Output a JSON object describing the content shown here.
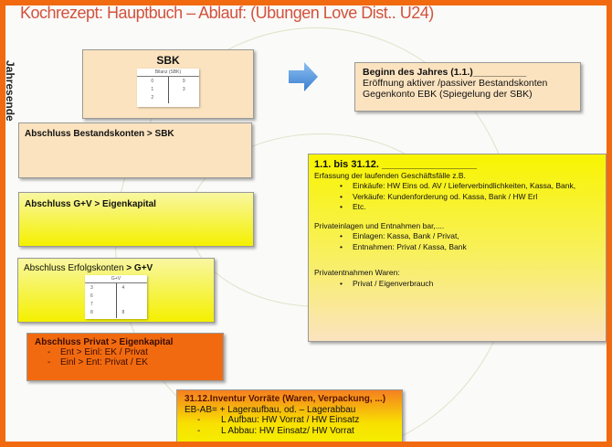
{
  "title": "Kochrezept: Hauptbuch – Ablauf: (Übungen Love Dist.. Ü24)",
  "side_label": "Jahresende",
  "sbk": {
    "title": "SBK",
    "table_header": "Bilanz (SBK)",
    "left": [
      "0",
      "1",
      "2"
    ],
    "right": [
      "9",
      "3"
    ]
  },
  "beginn": {
    "heading": "Beginn des Jahres (1.1.)__________",
    "lines": [
      "Eröffnung aktiver /passiver Bestandskonten",
      "Gegenkonto EBK (Spiegelung der SBK)"
    ]
  },
  "bestand": {
    "label": "Abschluss Bestandskonten > SBK"
  },
  "guv_ek": {
    "label": "Abschluss G+V  > Eigenkapital"
  },
  "erfolg": {
    "label": "Abschluss Erfolgskonten",
    "label_bold": "> G+V",
    "table_header": "G+V",
    "left": [
      "3",
      "6",
      "7",
      "8"
    ],
    "right": [
      "4",
      "",
      "",
      "8"
    ]
  },
  "privat": {
    "heading": "Abschluss Privat  > Eigenkapital",
    "items": [
      "Ent > Einl: EK / Privat",
      "Einl > Ent: Privat / EK"
    ]
  },
  "year": {
    "heading": "1.1. bis 31.12. _________________",
    "intro": "Erfassung der laufenden Geschäftsfälle z.B.",
    "items1": [
      "Einkäufe: HW Eins od. AV / Lieferverbindlichkeiten, Kassa, Bank,",
      "Verkäufe: Kundenforderung od. Kassa, Bank /  HW Erl",
      "Etc."
    ],
    "intro2": "Privateinlagen und Entnahmen bar,....",
    "items2": [
      "Einlagen: Kassa, Bank / Privat,",
      "Entnahmen: Privat / Kassa, Bank"
    ],
    "intro3": "Privatentnahmen Waren:",
    "items3": [
      "Privat / Eigenverbrauch"
    ]
  },
  "inventur": {
    "heading": "31.12.Inventur Vorräte (Waren, Verpackung, ...)",
    "line": "EB-AB= + Lageraufbau, od. – Lagerabbau",
    "items": [
      "L Aufbau: HW Vorrat / HW Einsatz",
      "L Abbau: HW Einsatz/  HW Vorrat"
    ]
  },
  "colors": {
    "border": "#f26a10",
    "orange": "#f26a10",
    "beige": "#fbe3bf",
    "yellow": "#f5f000",
    "arrow": "#4a90d9"
  }
}
